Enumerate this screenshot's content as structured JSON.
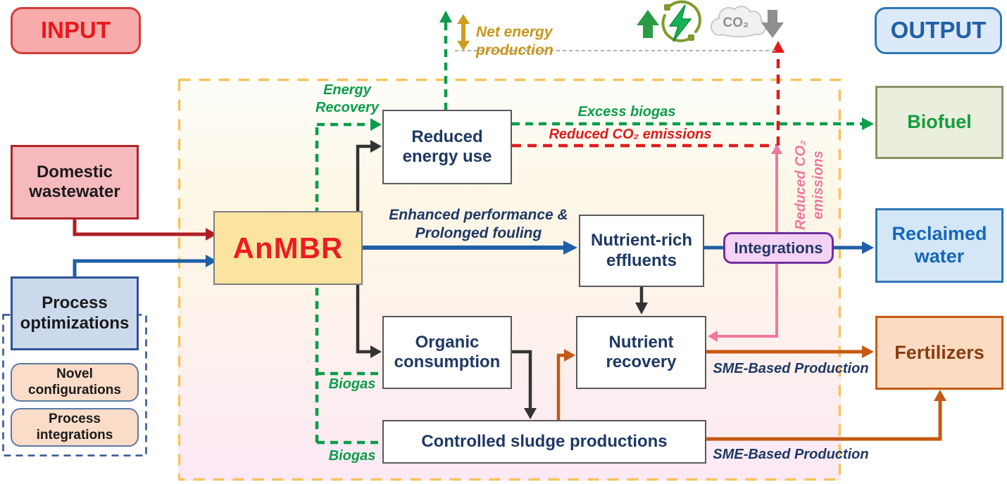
{
  "badges": {
    "input": "INPUT",
    "output": "OUTPUT"
  },
  "nodes": {
    "domestic_wastewater": {
      "label": "Domestic wastewater"
    },
    "process_optimizations": {
      "label": "Process optimizations"
    },
    "novel_configurations": {
      "label": "Novel configurations"
    },
    "process_integrations": {
      "label": "Process integrations"
    },
    "anmbr": {
      "label": "AnMBR"
    },
    "reduced_energy_use": {
      "label": "Reduced energy use"
    },
    "nutrient_rich_effluents": {
      "label": "Nutrient-rich effluents"
    },
    "organic_consumption": {
      "label": "Organic consumption"
    },
    "nutrient_recovery": {
      "label": "Nutrient recovery"
    },
    "controlled_sludge_productions": {
      "label": "Controlled sludge productions"
    },
    "integrations": {
      "label": "Integrations"
    },
    "biofuel": {
      "label": "Biofuel"
    },
    "reclaimed_water": {
      "label": "Reclaimed water"
    },
    "fertilizers": {
      "label": "Fertilizers"
    }
  },
  "edge_labels": {
    "net_energy_production": "Net energy production",
    "energy_recovery": "Energy Recovery",
    "excess_biogas": "Excess biogas",
    "reduced_co2_top": "Reduced CO₂ emissions",
    "reduced_co2_side": "Reduced CO₂ emissions",
    "enhanced_performance": "Enhanced performance & Prolonged fouling",
    "biogas_upper": "Biogas",
    "biogas_lower": "Biogas",
    "sme_upper": "SME-Based Production",
    "sme_lower": "SME-Based Production",
    "co2_cloud": "CO₂"
  },
  "icons": [
    "energy-up-icon",
    "renewable-energy-icon",
    "co2-cloud-icon",
    "co2-down-icon"
  ],
  "colors": {
    "biogas_energy_green": "#0a9d4b",
    "co2_red": "#e01b1b",
    "water_blue": "#1f5fa8",
    "wastewater_dark_red": "#b01e23",
    "sme_orange": "#c55a11",
    "co2_side_pink": "#f0789f",
    "net_energy_gold": "#cf9c1d",
    "process_black": "#333333",
    "boundary_dash_orange": "#f6c45f",
    "optimization_dash_blue": "#2f5496"
  }
}
